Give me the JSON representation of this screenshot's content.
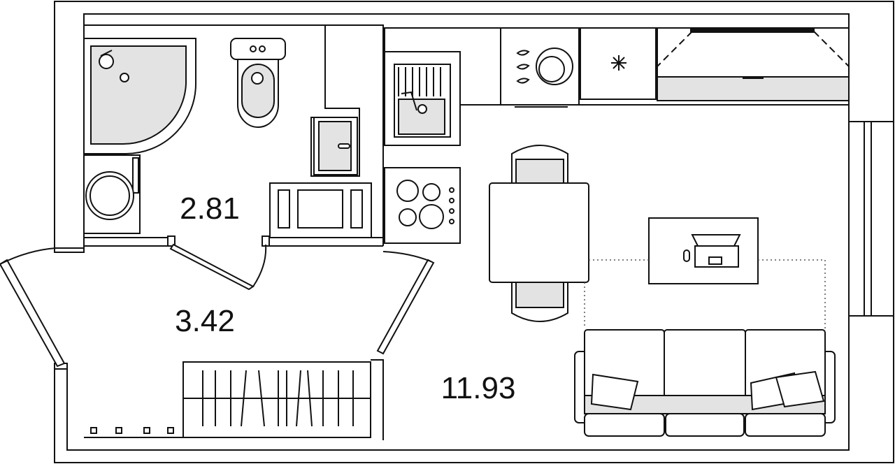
{
  "plan": {
    "rooms": [
      {
        "id": "bathroom",
        "area": "2.81"
      },
      {
        "id": "hallway",
        "area": "3.42"
      },
      {
        "id": "living",
        "area": "11.93"
      }
    ]
  },
  "colors": {
    "wall": "#ffffff",
    "line": "#111111",
    "fixture_fill": "#e3e3e3"
  },
  "icons": [
    "shower-icon",
    "toilet-icon",
    "sink-icon",
    "washing-machine-icon",
    "kitchen-sink-icon",
    "stove-icon",
    "dishwasher-icon",
    "fridge-icon",
    "hood-icon",
    "table-icon",
    "chair-icon",
    "laptop-icon",
    "sofa-icon",
    "wardrobe-icon",
    "window-icon",
    "door-icon"
  ]
}
